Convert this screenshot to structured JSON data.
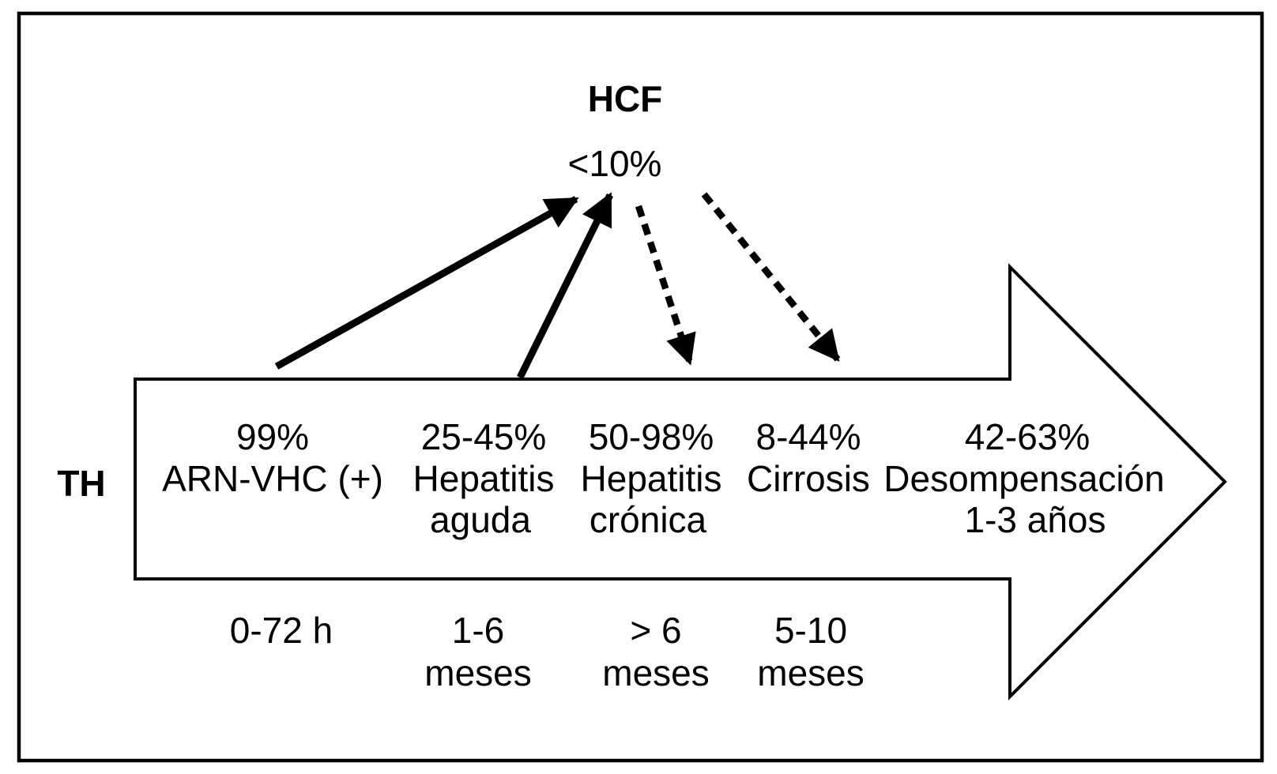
{
  "diagram": {
    "hcf": {
      "label": "HCF",
      "rate": "<10%"
    },
    "th_label": "TH",
    "stages": [
      {
        "pct": "99%",
        "line2": "ARN-VHC (+)"
      },
      {
        "pct": "25-45%",
        "line2": "Hepatitis",
        "line3": "aguda"
      },
      {
        "pct": "50-98%",
        "line2": "Hepatitis",
        "line3": "crónica"
      },
      {
        "pct": "8-44%",
        "line2": "Cirrosis"
      },
      {
        "pct": "42-63%",
        "line2": "Desompensación",
        "line3": "1-3 años"
      }
    ],
    "timeline": [
      {
        "line1": "0-72 h"
      },
      {
        "line1": "1-6",
        "line2": "meses"
      },
      {
        "line1": "> 6",
        "line2": "meses"
      },
      {
        "line1": "5-10",
        "line2": "meses"
      }
    ],
    "colors": {
      "ink": "#000000",
      "paper": "#ffffff"
    }
  }
}
